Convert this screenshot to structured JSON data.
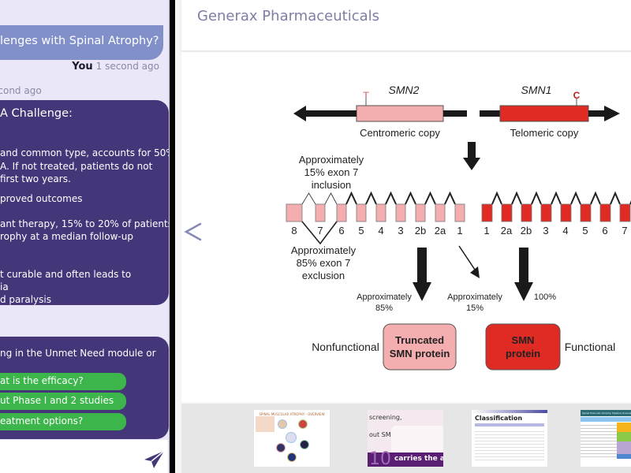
{
  "chat": {
    "user_message": "lenges with Spinal Atrophy?",
    "user_sender": "You",
    "user_time": "1 second ago",
    "bot_time": "econd ago",
    "bot_message_1": {
      "heading": "A Challenge:",
      "lines": [
        "and common type, accounts for 50%",
        "A. If not treated, patients do not",
        "first two years.",
        "proved outcomes",
        "ant therapy, 15% to 20% of patients",
        "rophy at a median follow-up",
        "t curable and often leads to",
        "ia",
        "d paralysis"
      ]
    },
    "bot_message_2": {
      "lines": [
        "ng in the Unmet Need module or"
      ],
      "suggestions": [
        "at is the efficacy?",
        "ut Phase I and 2 studies",
        "eatment options?"
      ]
    },
    "send_icon": "paper-plane-icon"
  },
  "viewer": {
    "title": "Generax Pharmaceuticals",
    "prev_icon": "chevron-left-icon",
    "slide": {
      "genes": [
        {
          "name": "SMN2",
          "copy_label": "Centromeric copy",
          "nucleotide": "T",
          "color": "#f5aeb0"
        },
        {
          "name": "SMN1",
          "copy_label": "Telomeric copy",
          "nucleotide": "C",
          "color": "#e02b24"
        }
      ],
      "smn2_exons": [
        "8",
        "7",
        "6",
        "5",
        "4",
        "3",
        "2b",
        "2a",
        "1"
      ],
      "smn1_exons": [
        "1",
        "2a",
        "2b",
        "3",
        "4",
        "5",
        "6",
        "7"
      ],
      "inclusion_label": [
        "Approximately",
        "15% exon 7",
        "inclusion"
      ],
      "exclusion_label": [
        "Approximately",
        "85% exon 7",
        "exclusion"
      ],
      "arrow_labels": {
        "truncated": [
          "Approximately",
          "85%"
        ],
        "full": [
          "Approximately",
          "15%"
        ],
        "smn1": "100%"
      },
      "proteins": {
        "truncated": [
          "Truncated",
          "SMN protein"
        ],
        "functional": [
          "SMN",
          "protein"
        ],
        "nonfunctional_label": "Nonfunctional",
        "functional_label": "Functional"
      }
    },
    "thumbnails": [
      {
        "title": "SPINAL MUSCULAR ATROPHY - OVERVIEW"
      },
      {
        "text_1": "screening,",
        "text_2": "out SMA.",
        "banner": "carries the abn",
        "banner_number": "10"
      },
      {
        "title": "Classification"
      },
      {
        "title": "Spinal Muscular Atrophy: Pipeline Overview"
      }
    ],
    "colors": {
      "pink": "#f5aeb0",
      "red": "#e02b24",
      "purple": "#45367a",
      "green": "#3cb54a",
      "user_bubble": "#8190c8"
    }
  }
}
